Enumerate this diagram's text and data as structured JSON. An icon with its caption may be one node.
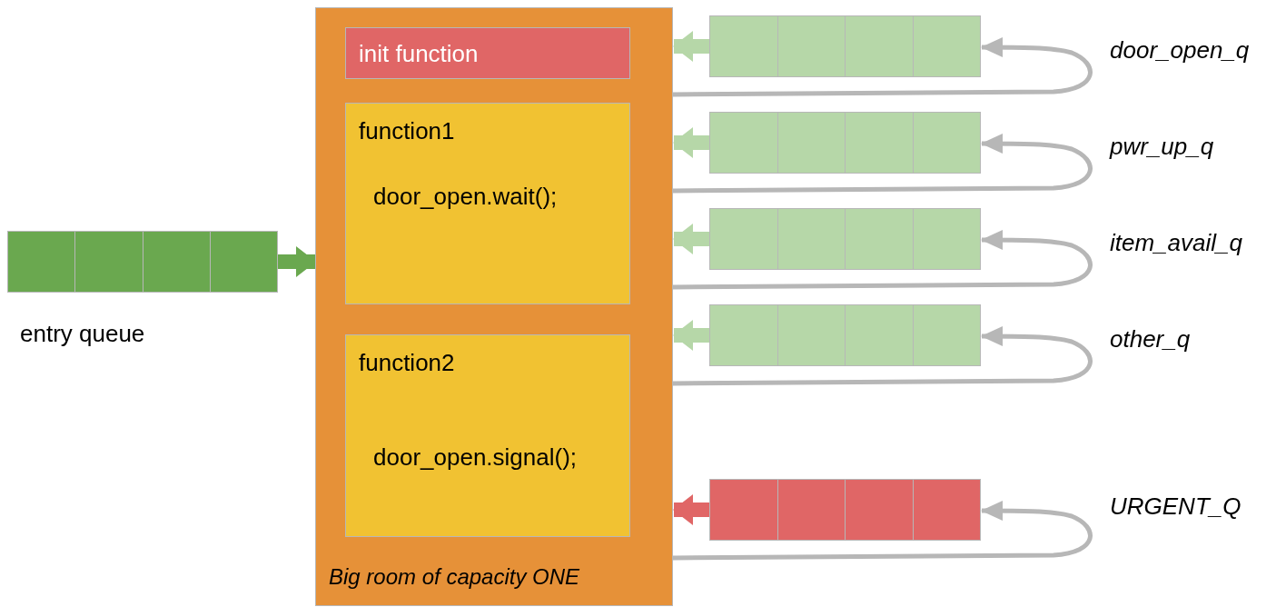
{
  "diagram": {
    "nodes": [
      {
        "text": [
          "Big room of capacity ONE"
        ]
      },
      {
        "text": [
          "init function"
        ],
        "in": 0
      },
      {
        "text": [
          "function1",
          "door_open.wait();"
        ],
        "in": 0
      },
      {
        "text": [
          "function2",
          "door_open.signal();"
        ],
        "in": 0
      },
      {
        "text": [],
        "shape": "bar",
        "beside": [
          "entry queue"
        ]
      },
      {
        "text": [],
        "shape": "bar"
      },
      {
        "text": [],
        "shape": "bar"
      },
      {
        "text": [],
        "shape": "bar"
      },
      {
        "text": [],
        "shape": "bar"
      },
      {
        "text": [],
        "shape": "bar"
      }
    ],
    "edges": [
      {
        "from": 4,
        "to": 0,
        "arrow": "to",
        "color": "#6aa84f"
      },
      {
        "from": 5,
        "to": 0,
        "arrow": "to",
        "color": "#b6d7a8"
      },
      {
        "from": 0,
        "to": 5,
        "arrow": "to"
      },
      {
        "from": 6,
        "to": 0,
        "arrow": "to",
        "color": "#b6d7a8"
      },
      {
        "from": 0,
        "to": 6,
        "arrow": "to"
      },
      {
        "from": 7,
        "to": 0,
        "arrow": "to",
        "color": "#b6d7a8"
      },
      {
        "from": 0,
        "to": 7,
        "arrow": "to"
      },
      {
        "from": 8,
        "to": 0,
        "arrow": "to",
        "color": "#b6d7a8"
      },
      {
        "from": 0,
        "to": 8,
        "arrow": "to"
      },
      {
        "from": 9,
        "to": 0,
        "arrow": "to",
        "color": "#e06666"
      },
      {
        "from": 0,
        "to": 9,
        "arrow": "to"
      }
    ],
    "labels": [
      "door_open_q",
      "pwr_up_q",
      "item_avail_q",
      "other_q",
      "URGENT_Q"
    ]
  }
}
